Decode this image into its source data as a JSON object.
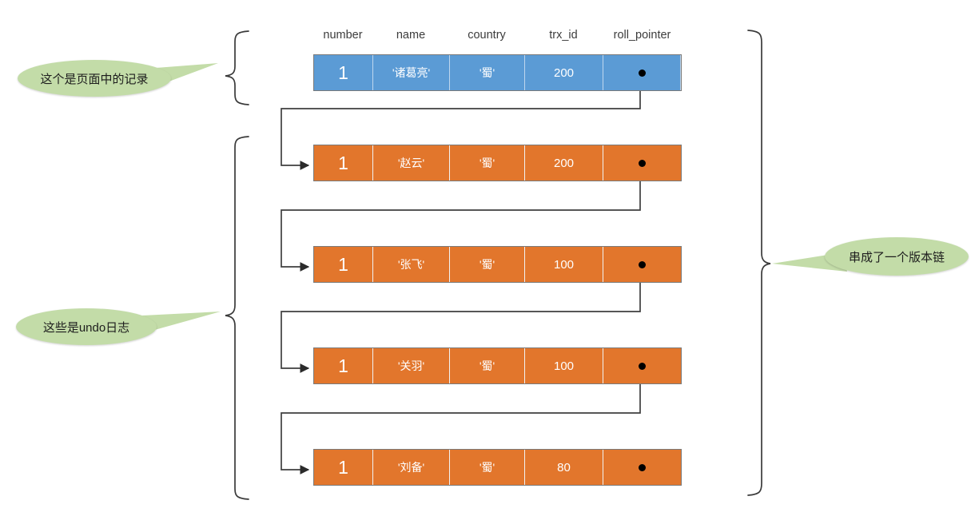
{
  "diagram": {
    "title": "MySQL undo log version chain",
    "colors": {
      "record_blue": "#5b9bd5",
      "undo_orange": "#e2762c",
      "callout_green": "#c3dca8",
      "connector": "#404040",
      "text_dark": "#3c3c3c"
    },
    "columns": [
      {
        "key": "number",
        "label": "number"
      },
      {
        "key": "name",
        "label": "name"
      },
      {
        "key": "country",
        "label": "country"
      },
      {
        "key": "trx_id",
        "label": "trx_id"
      },
      {
        "key": "roll_pointer",
        "label": "roll_pointer"
      }
    ],
    "records": [
      {
        "kind": "page-record",
        "number": "1",
        "name": "'诸葛亮'",
        "country": "'蜀'",
        "trx_id": "200",
        "roll_pointer": "pointer-dot"
      },
      {
        "kind": "undo-log",
        "number": "1",
        "name": "'赵云'",
        "country": "'蜀'",
        "trx_id": "200",
        "roll_pointer": "pointer-dot"
      },
      {
        "kind": "undo-log",
        "number": "1",
        "name": "'张飞'",
        "country": "'蜀'",
        "trx_id": "100",
        "roll_pointer": "pointer-dot"
      },
      {
        "kind": "undo-log",
        "number": "1",
        "name": "'关羽'",
        "country": "'蜀'",
        "trx_id": "100",
        "roll_pointer": "pointer-dot"
      },
      {
        "kind": "undo-log",
        "number": "1",
        "name": "'刘备'",
        "country": "'蜀'",
        "trx_id": "80",
        "roll_pointer": "pointer-dot"
      }
    ],
    "callouts": [
      {
        "id": "page-record-note",
        "text": "这个是页面中的记录",
        "side": "left"
      },
      {
        "id": "undo-log-note",
        "text": "这些是undo日志",
        "side": "left"
      },
      {
        "id": "version-chain-note",
        "text": "串成了一个版本链",
        "side": "right"
      }
    ],
    "brackets": [
      {
        "id": "bracket-page-record",
        "orientation": "left",
        "spans": "record-row-1"
      },
      {
        "id": "bracket-undo-logs",
        "orientation": "left",
        "spans": "record-rows-2-5"
      },
      {
        "id": "bracket-version-chain",
        "orientation": "right",
        "spans": "all-rows"
      }
    ]
  }
}
